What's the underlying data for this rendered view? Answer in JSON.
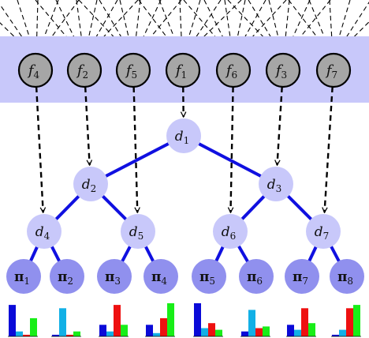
{
  "features": [
    {
      "id": "f4",
      "sym": "f",
      "sub": "4"
    },
    {
      "id": "f2",
      "sym": "f",
      "sub": "2"
    },
    {
      "id": "f5",
      "sym": "f",
      "sub": "5"
    },
    {
      "id": "f1",
      "sym": "f",
      "sub": "1"
    },
    {
      "id": "f6",
      "sym": "f",
      "sub": "6"
    },
    {
      "id": "f3",
      "sym": "f",
      "sub": "3"
    },
    {
      "id": "f7",
      "sym": "f",
      "sub": "7"
    }
  ],
  "decision_nodes": [
    {
      "id": "d1",
      "sym": "d",
      "sub": "1"
    },
    {
      "id": "d2",
      "sym": "d",
      "sub": "2"
    },
    {
      "id": "d3",
      "sym": "d",
      "sub": "3"
    },
    {
      "id": "d4",
      "sym": "d",
      "sub": "4"
    },
    {
      "id": "d5",
      "sym": "d",
      "sub": "5"
    },
    {
      "id": "d6",
      "sym": "d",
      "sub": "6"
    },
    {
      "id": "d7",
      "sym": "d",
      "sub": "7"
    }
  ],
  "leaves": [
    {
      "id": "pi1",
      "sym": "π",
      "sub": "1"
    },
    {
      "id": "pi2",
      "sym": "π",
      "sub": "2"
    },
    {
      "id": "pi3",
      "sym": "π",
      "sub": "3"
    },
    {
      "id": "pi4",
      "sym": "π",
      "sub": "4"
    },
    {
      "id": "pi5",
      "sym": "π",
      "sub": "5"
    },
    {
      "id": "pi6",
      "sym": "π",
      "sub": "6"
    },
    {
      "id": "pi7",
      "sym": "π",
      "sub": "7"
    },
    {
      "id": "pi8",
      "sym": "π",
      "sub": "8"
    }
  ],
  "tree_edges": [
    [
      "d1",
      "d2"
    ],
    [
      "d1",
      "d3"
    ],
    [
      "d2",
      "d4"
    ],
    [
      "d2",
      "d5"
    ],
    [
      "d3",
      "d6"
    ],
    [
      "d3",
      "d7"
    ],
    [
      "d4",
      "pi1"
    ],
    [
      "d4",
      "pi2"
    ],
    [
      "d5",
      "pi3"
    ],
    [
      "d5",
      "pi4"
    ],
    [
      "d6",
      "pi5"
    ],
    [
      "d6",
      "pi6"
    ],
    [
      "d7",
      "pi7"
    ],
    [
      "d7",
      "pi8"
    ]
  ],
  "routing_edges": [
    [
      "f4",
      "d4"
    ],
    [
      "f2",
      "d2"
    ],
    [
      "f5",
      "d5"
    ],
    [
      "f1",
      "d1"
    ],
    [
      "f6",
      "d6"
    ],
    [
      "f3",
      "d3"
    ],
    [
      "f7",
      "d7"
    ]
  ],
  "histograms": [
    {
      "leaf": "pi1",
      "values": [
        0.95,
        0.15,
        0.05,
        0.55
      ]
    },
    {
      "leaf": "pi2",
      "values": [
        0.05,
        0.85,
        0.05,
        0.15
      ]
    },
    {
      "leaf": "pi3",
      "values": [
        0.35,
        0.15,
        0.95,
        0.35
      ]
    },
    {
      "leaf": "pi4",
      "values": [
        0.35,
        0.1,
        0.55,
        1.0
      ]
    },
    {
      "leaf": "pi5",
      "values": [
        1.0,
        0.25,
        0.4,
        0.2
      ]
    },
    {
      "leaf": "pi6",
      "values": [
        0.15,
        0.8,
        0.25,
        0.3
      ]
    },
    {
      "leaf": "pi7",
      "values": [
        0.35,
        0.2,
        0.85,
        0.4
      ]
    },
    {
      "leaf": "pi8",
      "values": [
        0.05,
        0.2,
        0.85,
        0.95
      ]
    }
  ],
  "colors": {
    "feature_band": "#c8c8fa",
    "feature_node": "#a6a6a6",
    "decision_node": "#c8c8fa",
    "leaf_node": "#9090ee",
    "tree_edge": "#1010e0",
    "routing_edge": "#000000",
    "bars": [
      "#0a0ad8",
      "#12b0e6",
      "#ee1010",
      "#18ee18"
    ]
  }
}
